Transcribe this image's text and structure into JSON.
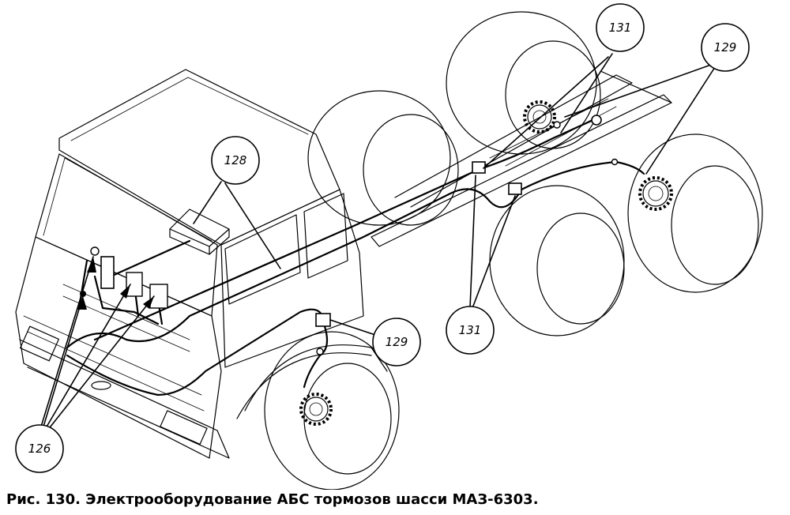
{
  "figure": {
    "caption": "Рис. 130. Электрооборудование АБС тормозов шасси МАЗ-6303."
  },
  "callouts": {
    "c126": "126",
    "c128": "128",
    "c129_top": "129",
    "c129_front": "129",
    "c131_top": "131",
    "c131_mid": "131"
  }
}
